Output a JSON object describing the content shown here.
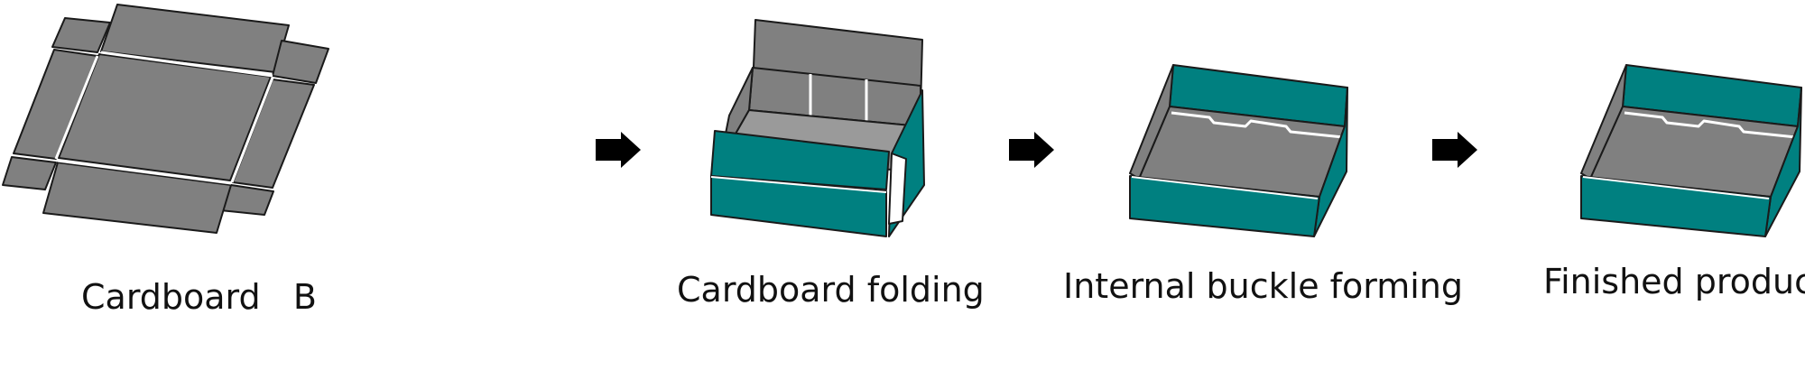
{
  "steps": [
    {
      "label": "Cardboard   B"
    },
    {
      "label": "Cardboard folding"
    },
    {
      "label": "Internal buckle forming"
    },
    {
      "label": "Finished product"
    }
  ],
  "colors": {
    "cardboard_gray": "#808080",
    "cardboard_dark": "#6e6e6e",
    "teal": "#008080",
    "teal_dark": "#006b6b",
    "outline": "#1a1a1a",
    "arrow": "#000000"
  },
  "icons": {
    "arrow": "right-arrow-icon"
  }
}
